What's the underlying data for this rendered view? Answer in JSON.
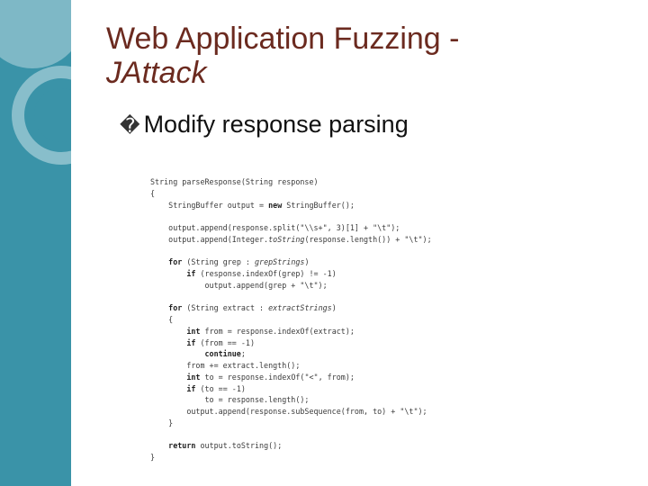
{
  "slide": {
    "title_line1": "Web Application Fuzzing -",
    "title_line2": "JAttack",
    "bullet_text": "Modify response parsing"
  },
  "code_lines": [
    [
      {
        "t": "String parseResponse(String response)"
      }
    ],
    [
      {
        "t": "{"
      }
    ],
    [
      {
        "t": "    StringBuffer output = "
      },
      {
        "t": "new",
        "c": "kw"
      },
      {
        "t": " StringBuffer();"
      }
    ],
    [
      {
        "t": ""
      }
    ],
    [
      {
        "t": "    output.append(response.split(\"\\\\s+\", 3)[1] + \"\\t\");"
      }
    ],
    [
      {
        "t": "    output.append(Integer."
      },
      {
        "t": "toString",
        "c": "it"
      },
      {
        "t": "(response.length()) + \"\\t\");"
      }
    ],
    [
      {
        "t": ""
      }
    ],
    [
      {
        "t": "    "
      },
      {
        "t": "for",
        "c": "kw"
      },
      {
        "t": " (String grep : "
      },
      {
        "t": "grepStrings",
        "c": "it"
      },
      {
        "t": ")"
      }
    ],
    [
      {
        "t": "        "
      },
      {
        "t": "if",
        "c": "kw"
      },
      {
        "t": " (response.indexOf(grep) != -1)"
      }
    ],
    [
      {
        "t": "            output.append(grep + \"\\t\");"
      }
    ],
    [
      {
        "t": ""
      }
    ],
    [
      {
        "t": "    "
      },
      {
        "t": "for",
        "c": "kw"
      },
      {
        "t": " (String extract : "
      },
      {
        "t": "extractStrings",
        "c": "it"
      },
      {
        "t": ")"
      }
    ],
    [
      {
        "t": "    {"
      }
    ],
    [
      {
        "t": "        "
      },
      {
        "t": "int",
        "c": "kw"
      },
      {
        "t": " from = response.indexOf(extract);"
      }
    ],
    [
      {
        "t": "        "
      },
      {
        "t": "if",
        "c": "kw"
      },
      {
        "t": " (from == -1)"
      }
    ],
    [
      {
        "t": "            "
      },
      {
        "t": "continue",
        "c": "kw"
      },
      {
        "t": ";"
      }
    ],
    [
      {
        "t": "        from += extract.length();"
      }
    ],
    [
      {
        "t": "        "
      },
      {
        "t": "int",
        "c": "kw"
      },
      {
        "t": " to = response.indexOf(\"<\", from);"
      }
    ],
    [
      {
        "t": "        "
      },
      {
        "t": "if",
        "c": "kw"
      },
      {
        "t": " (to == -1)"
      }
    ],
    [
      {
        "t": "            to = response.length();"
      }
    ],
    [
      {
        "t": "        output.append(response.subSequence(from, to) + \"\\t\");"
      }
    ],
    [
      {
        "t": "    }"
      }
    ],
    [
      {
        "t": ""
      }
    ],
    [
      {
        "t": "    "
      },
      {
        "t": "return",
        "c": "kw"
      },
      {
        "t": " output.toString();"
      }
    ],
    [
      {
        "t": "}"
      }
    ]
  ],
  "colors": {
    "sidebar": "#3a93a8",
    "title": "#6b2a1f"
  }
}
